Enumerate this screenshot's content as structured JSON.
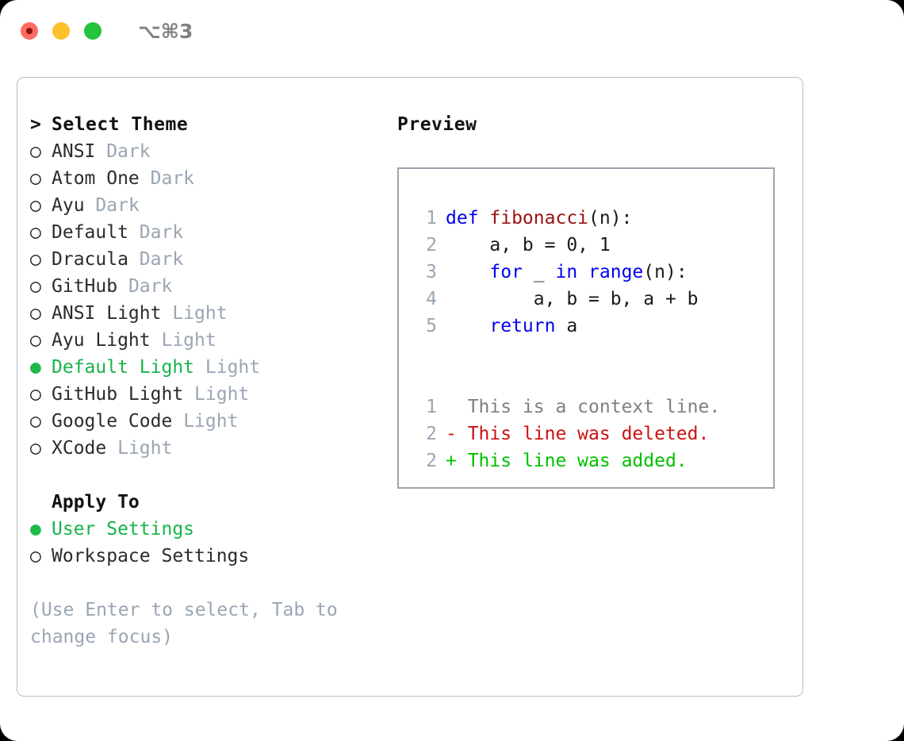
{
  "titlebar": {
    "shortcut": "⌥⌘3",
    "lights": [
      {
        "name": "close-button",
        "color": "#ff6b63"
      },
      {
        "name": "minimize-button",
        "color": "#ffc02e"
      },
      {
        "name": "maximize-button",
        "color": "#24c23d"
      }
    ]
  },
  "theme_selector": {
    "header": {
      "marker": ">",
      "label": "Select Theme"
    },
    "items": [
      {
        "marker": "○",
        "name": "ANSI",
        "category": "Dark",
        "selected": false
      },
      {
        "marker": "○",
        "name": "Atom One",
        "category": "Dark",
        "selected": false
      },
      {
        "marker": "○",
        "name": "Ayu",
        "category": "Dark",
        "selected": false
      },
      {
        "marker": "○",
        "name": "Default",
        "category": "Dark",
        "selected": false
      },
      {
        "marker": "○",
        "name": "Dracula",
        "category": "Dark",
        "selected": false
      },
      {
        "marker": "○",
        "name": "GitHub",
        "category": "Dark",
        "selected": false
      },
      {
        "marker": "○",
        "name": "ANSI Light",
        "category": "Light",
        "selected": false
      },
      {
        "marker": "○",
        "name": "Ayu Light",
        "category": "Light",
        "selected": false
      },
      {
        "marker": "●",
        "name": "Default Light",
        "category": "Light",
        "selected": true
      },
      {
        "marker": "○",
        "name": "GitHub Light",
        "category": "Light",
        "selected": false
      },
      {
        "marker": "○",
        "name": "Google Code",
        "category": "Light",
        "selected": false
      },
      {
        "marker": "○",
        "name": "XCode",
        "category": "Light",
        "selected": false
      }
    ]
  },
  "apply_to": {
    "label": "Apply To",
    "options": [
      {
        "marker": "●",
        "name": "User Settings",
        "selected": true
      },
      {
        "marker": "○",
        "name": "Workspace Settings",
        "selected": false
      }
    ]
  },
  "hint": "(Use Enter to select, Tab to change focus)",
  "preview": {
    "title": "Preview",
    "code_lines": [
      {
        "lineno": "1",
        "tokens": [
          {
            "text": "def ",
            "kind": "kw"
          },
          {
            "text": "fibonacci",
            "kind": "fn"
          },
          {
            "text": "(n):",
            "kind": "plain"
          }
        ]
      },
      {
        "lineno": "2",
        "tokens": [
          {
            "text": "    a, b = 0, 1",
            "kind": "plain"
          }
        ]
      },
      {
        "lineno": "3",
        "tokens": [
          {
            "text": "    ",
            "kind": "plain"
          },
          {
            "text": "for",
            "kind": "kw"
          },
          {
            "text": " _ ",
            "kind": "plain"
          },
          {
            "text": "in",
            "kind": "kw"
          },
          {
            "text": " ",
            "kind": "plain"
          },
          {
            "text": "range",
            "kind": "kw"
          },
          {
            "text": "(n):",
            "kind": "plain"
          }
        ]
      },
      {
        "lineno": "4",
        "tokens": [
          {
            "text": "        a, b = b, a + b",
            "kind": "plain"
          }
        ]
      },
      {
        "lineno": "5",
        "tokens": [
          {
            "text": "    ",
            "kind": "plain"
          },
          {
            "text": "return",
            "kind": "kw"
          },
          {
            "text": " a",
            "kind": "plain"
          }
        ]
      }
    ],
    "diff_lines": [
      {
        "lineno": "1",
        "sign": " ",
        "text": " This is a context line.",
        "kind": "diff-ctx"
      },
      {
        "lineno": "2",
        "sign": "-",
        "text": " This line was deleted.",
        "kind": "diff-del"
      },
      {
        "lineno": "2",
        "sign": "+",
        "text": " This line was added.",
        "kind": "diff-add"
      }
    ]
  },
  "colors": {
    "selected_green": "#16b34a",
    "muted": "#9aa5b4",
    "keyword_blue": "#0000ee",
    "function_red": "#9b1111",
    "diff_deleted": "#cc1111",
    "diff_added": "#00c000",
    "panel_border": "#b7bfcb",
    "preview_border": "#9aa5b1"
  }
}
